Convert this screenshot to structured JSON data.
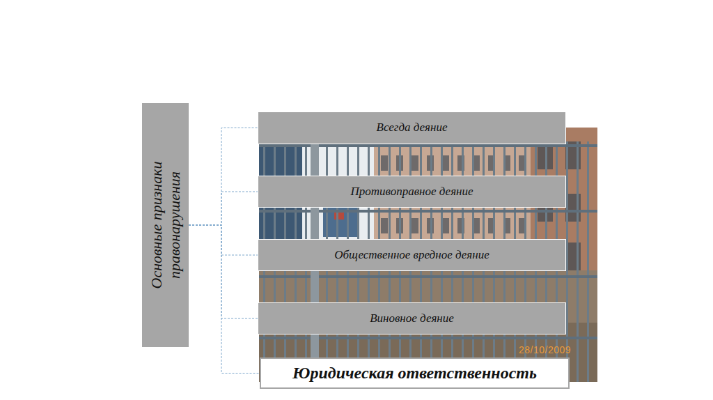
{
  "diagram": {
    "nodes": [
      {
        "text": [
          "Основные признаки правонарушения"
        ]
      },
      {
        "text": [
          "Всегда деяние"
        ]
      },
      {
        "text": [
          "Противоправное деяние"
        ]
      },
      {
        "text": [
          "Общественное вредное деяние"
        ]
      },
      {
        "text": [
          "Виновное деяние"
        ]
      },
      {
        "text": [
          "Юридическая ответственность"
        ]
      }
    ],
    "edges": [
      {
        "from": 0,
        "to": 1,
        "arrow": "none"
      },
      {
        "from": 0,
        "to": 2,
        "arrow": "none"
      },
      {
        "from": 0,
        "to": 3,
        "arrow": "none"
      },
      {
        "from": 0,
        "to": 4,
        "arrow": "none"
      },
      {
        "from": 0,
        "to": 5,
        "arrow": "none"
      }
    ],
    "labels": [
      "28/10/2009"
    ]
  }
}
